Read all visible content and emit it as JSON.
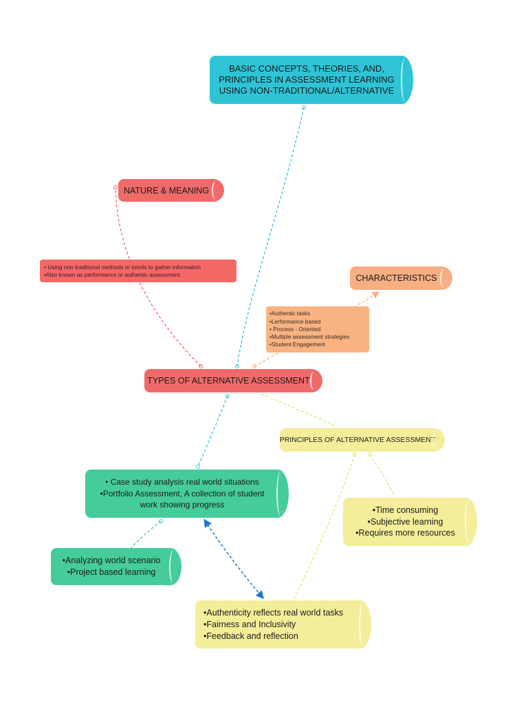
{
  "colors": {
    "cyan": "#2ec4d6",
    "red": "#f06a6a",
    "orange": "#f7ae82",
    "green": "#45cc9a",
    "yellow": "#f4ee9a",
    "link_blue": "#1e78d2"
  },
  "nodes": {
    "title": {
      "lines": [
        "BASIC CONCEPTS, THEORIES, AND,",
        "PRINCIPLES IN ASSESSMENT LEARNING",
        "USING NON-TRADITIONAL/ALTERNATIVE"
      ]
    },
    "nature": {
      "label": "NATURE & MEANING"
    },
    "nature_desc": {
      "lines": [
        "• Using non-traditional methods or toools to gather information",
        "•Also known as performance or authentic assessment"
      ]
    },
    "characteristics": {
      "label": "CHARACTERISTICS"
    },
    "characteristics_desc": {
      "lines": [
        "•Authentic tasks",
        "•Lerformance based",
        "• Process - Oriented",
        "•Multiple assessment strategies",
        "•Student Engagement"
      ]
    },
    "types": {
      "label": "TYPES OF ALTERNATIVE ASSESSMENT"
    },
    "principles": {
      "label": "PRINCIPLES OF ALTERNATIVE ASSESSMENT"
    },
    "case_study": {
      "lines": [
        "• Case study analysis real world situations",
        "•Portfolio Assessment, A collection of student",
        "work showing progress"
      ]
    },
    "drawbacks": {
      "lines": [
        "•Time consuming",
        "•Subjective learning",
        "•Requires more resources"
      ]
    },
    "analyzing": {
      "lines": [
        "•Analyzing world scenario",
        "•Project based learning"
      ]
    },
    "authenticity": {
      "lines": [
        "•Authenticity reflects real world tasks",
        "•Fairness and Inclusivity",
        "•Feedback and reflection"
      ]
    }
  }
}
